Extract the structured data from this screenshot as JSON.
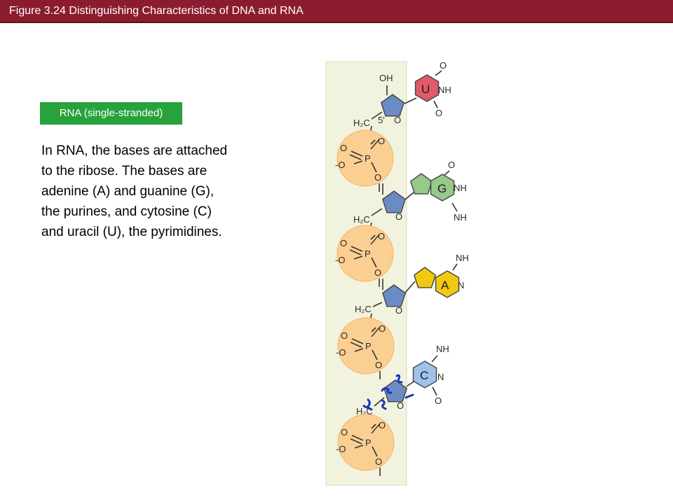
{
  "header": {
    "title": "Figure 3.24 Distinguishing Characteristics of DNA and RNA"
  },
  "badge": {
    "label": "RNA (single-stranded)"
  },
  "description": {
    "lines": [
      "In RNA, the bases are attached",
      "to the ribose. The bases are",
      "adenine (A) and guanine (G),",
      "the purines, and cytosine (C)",
      "and uracil (U), the pyrimidines."
    ]
  },
  "diagram": {
    "colors": {
      "panel": "#f2f3df",
      "phosphate": "#fbcf92",
      "ribose": "#6b8bc4",
      "uracil": "#e05a6a",
      "guanine": "#96c98a",
      "adenine": "#f2c812",
      "cytosine": "#9dc3ea",
      "markup": "#1b36b8",
      "five_prime": "#6ab04c"
    },
    "labels": {
      "oh": "OH",
      "h2c": "H₂C",
      "o": "O",
      "p": "P",
      "o_minus": "-O",
      "nh": "NH",
      "n": "N",
      "five_prime": "5'"
    },
    "bases": [
      "U",
      "G",
      "A",
      "C"
    ]
  }
}
